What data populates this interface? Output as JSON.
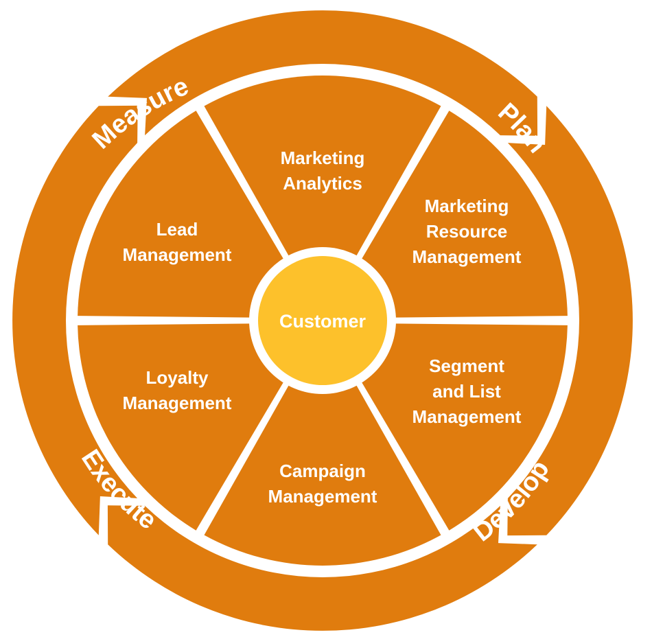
{
  "colors": {
    "ring": "#e07c0e",
    "segment": "#e07c0e",
    "hub": "#fdc12b",
    "text": "#ffffff",
    "background": "#ffffff"
  },
  "center": {
    "label": "Customer"
  },
  "segments": [
    {
      "lines": [
        "Marketing",
        "Analytics"
      ]
    },
    {
      "lines": [
        "Marketing",
        "Resource",
        "Management"
      ]
    },
    {
      "lines": [
        "Segment",
        "and List",
        "Management"
      ]
    },
    {
      "lines": [
        "Campaign",
        "Management"
      ]
    },
    {
      "lines": [
        "Loyalty",
        "Management"
      ]
    },
    {
      "lines": [
        "Lead",
        "Management"
      ]
    }
  ],
  "phases": [
    {
      "label": "Plan"
    },
    {
      "label": "Develop"
    },
    {
      "label": "Execute"
    },
    {
      "label": "Measure"
    }
  ]
}
